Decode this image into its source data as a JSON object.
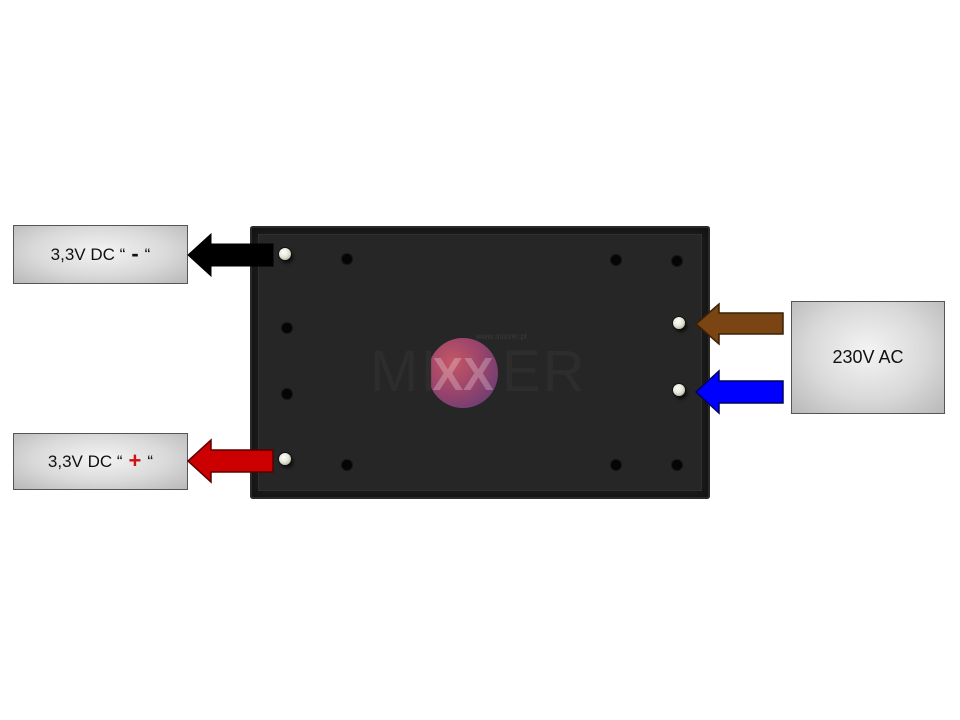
{
  "labels": {
    "dc_minus": {
      "prefix": "3,3V DC “",
      "sign": "-",
      "suffix": "“"
    },
    "dc_plus": {
      "prefix": "3,3V DC “",
      "sign": "+",
      "suffix": "“"
    },
    "ac": "230V AC"
  },
  "logo": {
    "left": "MI",
    "mark": "XX",
    "right": "ER",
    "url": "www.mixxer.pl"
  },
  "colors": {
    "arrow_minus": "#000000",
    "arrow_plus": "#cc0000",
    "arrow_ac_top": "#7a4512",
    "arrow_ac_bottom": "#0000ff",
    "module": "#1d1d1d"
  },
  "icons": {
    "arrow_minus": "arrow-left-icon",
    "arrow_plus": "arrow-left-icon",
    "arrow_ac_top": "arrow-left-icon",
    "arrow_ac_bottom": "arrow-left-icon"
  }
}
